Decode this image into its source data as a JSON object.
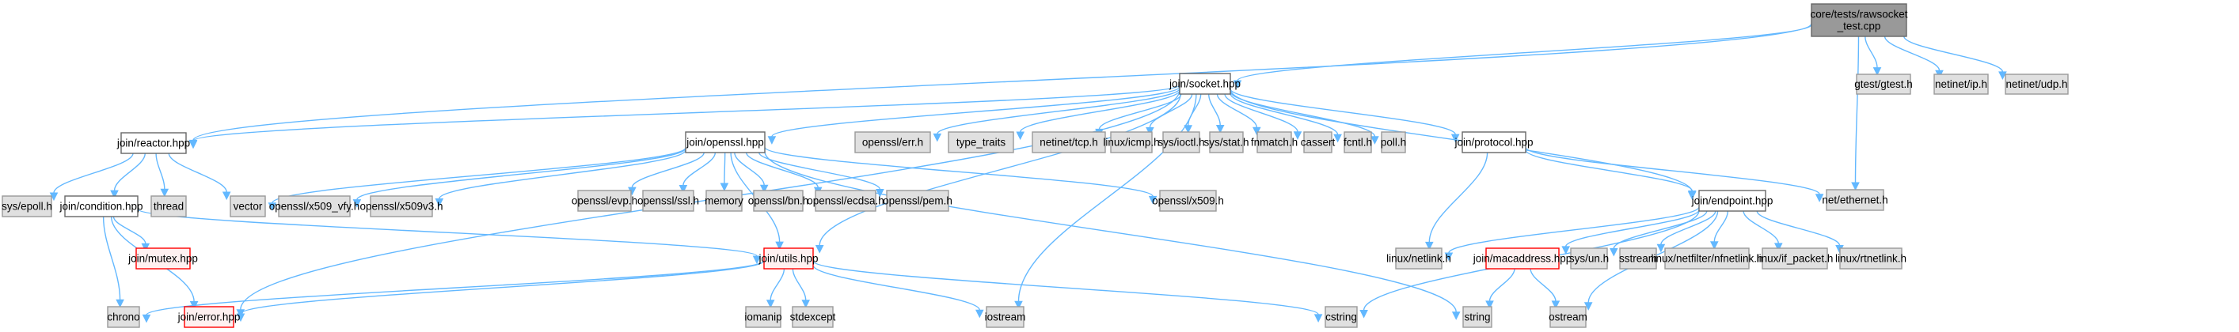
{
  "title": "core/tests/rawsocket_test.cpp include dependency graph",
  "colors": {
    "edge": "#63b8ff",
    "root_fill": "#999999",
    "system_fill": "#e0e0e0",
    "local_fill": "#ffffff",
    "missing_border": "#ff0000",
    "missing_fill": "#fff0f0"
  },
  "nodes": [
    {
      "id": "root",
      "label": [
        "core/tests/rawsocket",
        "_test.cpp"
      ],
      "kind": "root"
    },
    {
      "id": "gtest",
      "label": [
        "gtest/gtest.h"
      ],
      "kind": "sys"
    },
    {
      "id": "ip",
      "label": [
        "netinet/ip.h"
      ],
      "kind": "sys"
    },
    {
      "id": "udp",
      "label": [
        "netinet/udp.h"
      ],
      "kind": "sys"
    },
    {
      "id": "socket",
      "label": [
        "join/socket.hpp"
      ],
      "kind": "local"
    },
    {
      "id": "reactor",
      "label": [
        "join/reactor.hpp"
      ],
      "kind": "local"
    },
    {
      "id": "openssl",
      "label": [
        "join/openssl.hpp"
      ],
      "kind": "local"
    },
    {
      "id": "err",
      "label": [
        "openssl/err.h"
      ],
      "kind": "sys"
    },
    {
      "id": "typetraits",
      "label": [
        "type_traits"
      ],
      "kind": "sys"
    },
    {
      "id": "tcp",
      "label": [
        "netinet/tcp.h"
      ],
      "kind": "sys"
    },
    {
      "id": "icmp",
      "label": [
        "linux/icmp.h"
      ],
      "kind": "sys"
    },
    {
      "id": "ioctl",
      "label": [
        "sys/ioctl.h"
      ],
      "kind": "sys"
    },
    {
      "id": "stat",
      "label": [
        "sys/stat.h"
      ],
      "kind": "sys"
    },
    {
      "id": "fnmatch",
      "label": [
        "fnmatch.h"
      ],
      "kind": "sys"
    },
    {
      "id": "cassert",
      "label": [
        "cassert"
      ],
      "kind": "sys"
    },
    {
      "id": "fcntl",
      "label": [
        "fcntl.h"
      ],
      "kind": "sys"
    },
    {
      "id": "poll",
      "label": [
        "poll.h"
      ],
      "kind": "sys"
    },
    {
      "id": "protocol",
      "label": [
        "join/protocol.hpp"
      ],
      "kind": "local"
    },
    {
      "id": "ethernet",
      "label": [
        "net/ethernet.h"
      ],
      "kind": "sys"
    },
    {
      "id": "epoll",
      "label": [
        "sys/epoll.h"
      ],
      "kind": "sys"
    },
    {
      "id": "condition",
      "label": [
        "join/condition.hpp"
      ],
      "kind": "local"
    },
    {
      "id": "thread",
      "label": [
        "thread"
      ],
      "kind": "sys"
    },
    {
      "id": "vector",
      "label": [
        "vector"
      ],
      "kind": "sys"
    },
    {
      "id": "x509vfy",
      "label": [
        "openssl/x509_vfy.h"
      ],
      "kind": "sys"
    },
    {
      "id": "x509v3",
      "label": [
        "openssl/x509v3.h"
      ],
      "kind": "sys"
    },
    {
      "id": "evp",
      "label": [
        "openssl/evp.h"
      ],
      "kind": "sys"
    },
    {
      "id": "ssl",
      "label": [
        "openssl/ssl.h"
      ],
      "kind": "sys"
    },
    {
      "id": "memory",
      "label": [
        "memory"
      ],
      "kind": "sys"
    },
    {
      "id": "bn",
      "label": [
        "openssl/bn.h"
      ],
      "kind": "sys"
    },
    {
      "id": "ecdsa",
      "label": [
        "openssl/ecdsa.h"
      ],
      "kind": "sys"
    },
    {
      "id": "pem",
      "label": [
        "openssl/pem.h"
      ],
      "kind": "sys"
    },
    {
      "id": "x509",
      "label": [
        "openssl/x509.h"
      ],
      "kind": "sys"
    },
    {
      "id": "endpoint",
      "label": [
        "join/endpoint.hpp"
      ],
      "kind": "local"
    },
    {
      "id": "netlink",
      "label": [
        "linux/netlink.h"
      ],
      "kind": "sys"
    },
    {
      "id": "macaddress",
      "label": [
        "join/macaddress.hpp"
      ],
      "kind": "missing"
    },
    {
      "id": "un",
      "label": [
        "sys/un.h"
      ],
      "kind": "sys"
    },
    {
      "id": "sstream",
      "label": [
        "sstream"
      ],
      "kind": "sys"
    },
    {
      "id": "nfnetlink",
      "label": [
        "linux/netfilter/nfnetlink.h"
      ],
      "kind": "sys"
    },
    {
      "id": "ifpacket",
      "label": [
        "linux/if_packet.h"
      ],
      "kind": "sys"
    },
    {
      "id": "rtnetlink",
      "label": [
        "linux/rtnetlink.h"
      ],
      "kind": "sys"
    },
    {
      "id": "mutex",
      "label": [
        "join/mutex.hpp"
      ],
      "kind": "missing"
    },
    {
      "id": "utils",
      "label": [
        "join/utils.hpp"
      ],
      "kind": "missing"
    },
    {
      "id": "chrono",
      "label": [
        "chrono"
      ],
      "kind": "sys"
    },
    {
      "id": "error",
      "label": [
        "join/error.hpp"
      ],
      "kind": "missing"
    },
    {
      "id": "iomanip",
      "label": [
        "iomanip"
      ],
      "kind": "sys"
    },
    {
      "id": "stdexcept",
      "label": [
        "stdexcept"
      ],
      "kind": "sys"
    },
    {
      "id": "iostream",
      "label": [
        "iostream"
      ],
      "kind": "sys"
    },
    {
      "id": "cstring",
      "label": [
        "cstring"
      ],
      "kind": "sys"
    },
    {
      "id": "string",
      "label": [
        "string"
      ],
      "kind": "sys"
    },
    {
      "id": "ostream",
      "label": [
        "ostream"
      ],
      "kind": "sys"
    }
  ],
  "edges": [
    [
      "root",
      "gtest"
    ],
    [
      "root",
      "ip"
    ],
    [
      "root",
      "udp"
    ],
    [
      "root",
      "socket"
    ],
    [
      "root",
      "reactor"
    ],
    [
      "root",
      "ethernet"
    ],
    [
      "socket",
      "reactor"
    ],
    [
      "socket",
      "openssl"
    ],
    [
      "socket",
      "err"
    ],
    [
      "socket",
      "typetraits"
    ],
    [
      "socket",
      "tcp"
    ],
    [
      "socket",
      "icmp"
    ],
    [
      "socket",
      "ioctl"
    ],
    [
      "socket",
      "stat"
    ],
    [
      "socket",
      "fnmatch"
    ],
    [
      "socket",
      "cassert"
    ],
    [
      "socket",
      "fcntl"
    ],
    [
      "socket",
      "poll"
    ],
    [
      "socket",
      "protocol"
    ],
    [
      "socket",
      "endpoint"
    ],
    [
      "socket",
      "error"
    ],
    [
      "socket",
      "utils"
    ],
    [
      "socket",
      "iostream"
    ],
    [
      "reactor",
      "epoll"
    ],
    [
      "reactor",
      "condition"
    ],
    [
      "reactor",
      "thread"
    ],
    [
      "reactor",
      "vector"
    ],
    [
      "openssl",
      "vector"
    ],
    [
      "openssl",
      "x509vfy"
    ],
    [
      "openssl",
      "x509v3"
    ],
    [
      "openssl",
      "evp"
    ],
    [
      "openssl",
      "ssl"
    ],
    [
      "openssl",
      "memory"
    ],
    [
      "openssl",
      "bn"
    ],
    [
      "openssl",
      "ecdsa"
    ],
    [
      "openssl",
      "pem"
    ],
    [
      "openssl",
      "x509"
    ],
    [
      "openssl",
      "utils"
    ],
    [
      "openssl",
      "string"
    ],
    [
      "protocol",
      "endpoint"
    ],
    [
      "protocol",
      "ethernet"
    ],
    [
      "protocol",
      "netlink"
    ],
    [
      "endpoint",
      "netlink"
    ],
    [
      "endpoint",
      "macaddress"
    ],
    [
      "endpoint",
      "un"
    ],
    [
      "endpoint",
      "sstream"
    ],
    [
      "endpoint",
      "nfnetlink"
    ],
    [
      "endpoint",
      "ifpacket"
    ],
    [
      "endpoint",
      "rtnetlink"
    ],
    [
      "endpoint",
      "cstring"
    ],
    [
      "endpoint",
      "ostream"
    ],
    [
      "condition",
      "mutex"
    ],
    [
      "condition",
      "chrono"
    ],
    [
      "condition",
      "error"
    ],
    [
      "condition",
      "utils"
    ],
    [
      "utils",
      "chrono"
    ],
    [
      "utils",
      "error"
    ],
    [
      "utils",
      "iomanip"
    ],
    [
      "utils",
      "stdexcept"
    ],
    [
      "utils",
      "iostream"
    ],
    [
      "utils",
      "cstring"
    ],
    [
      "macaddress",
      "string"
    ],
    [
      "macaddress",
      "ostream"
    ]
  ]
}
